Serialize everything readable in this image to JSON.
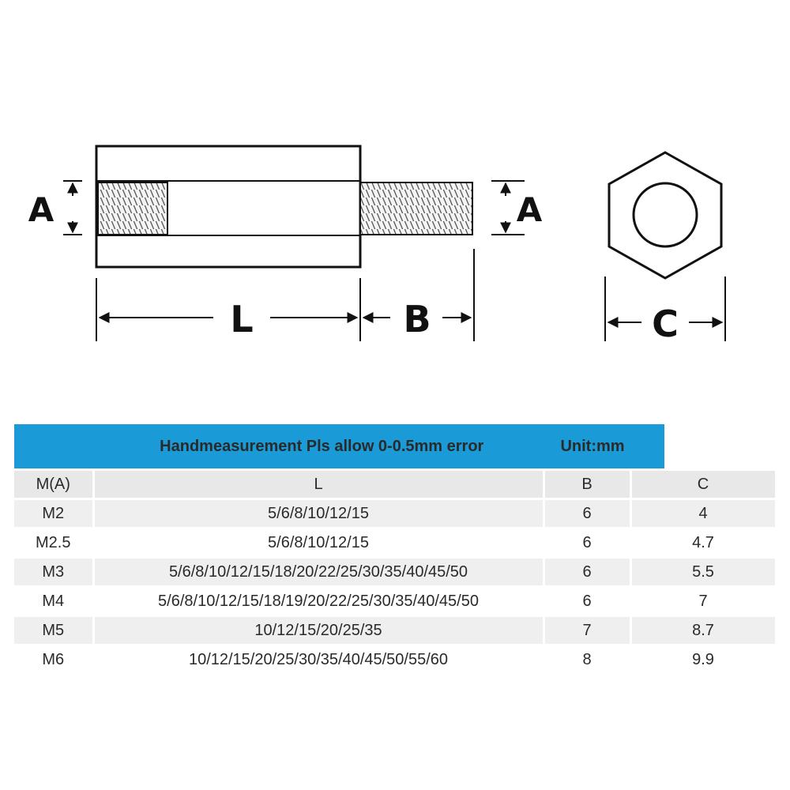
{
  "diagram": {
    "labels": {
      "a_left": "A",
      "a_right": "A",
      "l": "L",
      "b": "B",
      "c": "C"
    }
  },
  "table": {
    "title": "Handmeasurement Pls allow 0-0.5mm error",
    "unit": "Unit:mm",
    "headers": [
      "M(A)",
      "L",
      "B",
      "C"
    ],
    "rows": [
      {
        "m": "M2",
        "l": "5/6/8/10/12/15",
        "b": "6",
        "c": "4"
      },
      {
        "m": "M2.5",
        "l": "5/6/8/10/12/15",
        "b": "6",
        "c": "4.7"
      },
      {
        "m": "M3",
        "l": "5/6/8/10/12/15/18/20/22/25/30/35/40/45/50",
        "b": "6",
        "c": "5.5"
      },
      {
        "m": "M4",
        "l": "5/6/8/10/12/15/18/19/20/22/25/30/35/40/45/50",
        "b": "6",
        "c": "7"
      },
      {
        "m": "M5",
        "l": "10/12/15/20/25/35",
        "b": "7",
        "c": "8.7"
      },
      {
        "m": "M6",
        "l": "10/12/15/20/25/30/35/40/45/50/55/60",
        "b": "8",
        "c": "9.9"
      }
    ]
  }
}
